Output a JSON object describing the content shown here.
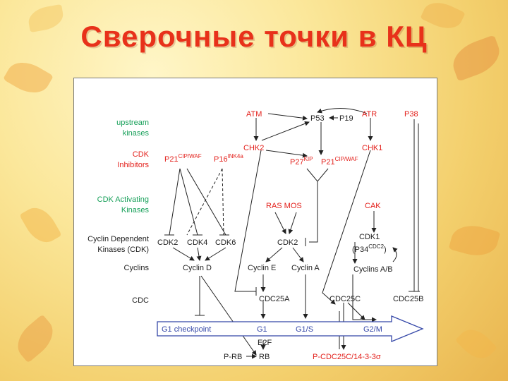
{
  "title": "Сверочные точки в КЦ",
  "colors": {
    "title": "#e8311a",
    "red": "#e3201b",
    "blue": "#3548a8",
    "green": "#18a05a",
    "black": "#222222"
  },
  "diagram": {
    "row_labels": {
      "upstream_kinases": [
        "upstream",
        "kinases"
      ],
      "cdk_inhibitors": [
        "CDK",
        "Inhibitors"
      ],
      "cdk_activating": [
        "CDK Activating",
        "Kinases"
      ],
      "cyclin_dependent": [
        "Cyclin Dependent",
        "Kinases (CDK)"
      ],
      "cyclins": "Cyclins",
      "cdc": "CDC"
    },
    "nodes": {
      "atm": "ATM",
      "p53": "P53",
      "p19": "P19",
      "atr": "ATR",
      "p38": "P38",
      "chk2": "CHK2",
      "chk1": "CHK1",
      "p21_left": "P21",
      "p21_left_sup": "CIP/WAF",
      "p16": "P16",
      "p16_sup": "INK4a",
      "p27": "P27",
      "p27_sup": "KIP",
      "p21_right": "P21",
      "p21_right_sup": "CIP/WAF",
      "ras_mos": "RAS MOS",
      "cak": "CAK",
      "cdk2_left": "CDK2",
      "cdk4": "CDK4",
      "cdk6": "CDK6",
      "cdk2_mid": "CDK2",
      "cdk1": "CDK1",
      "p34_open": "(P34",
      "p34_sup": "CDC2",
      "p34_close": ")",
      "cyclin_d": "Cyclin D",
      "cyclin_e": "Cyclin E",
      "cyclin_a": "Cyclin A",
      "cyclins_ab": "Cyclins A/B",
      "cdc25a": "CDC25A",
      "cdc25c": "CDC25C",
      "cdc25b": "CDC25B",
      "g1_checkpoint": "G1 checkpoint",
      "g1": "G1",
      "g1s": "G1/S",
      "g2m": "G2/M",
      "e2f": "E2F",
      "p_rb": "P-RB",
      "rb": "RB",
      "p_cdc25c": "P-CDC25C/14-3-3σ"
    }
  }
}
